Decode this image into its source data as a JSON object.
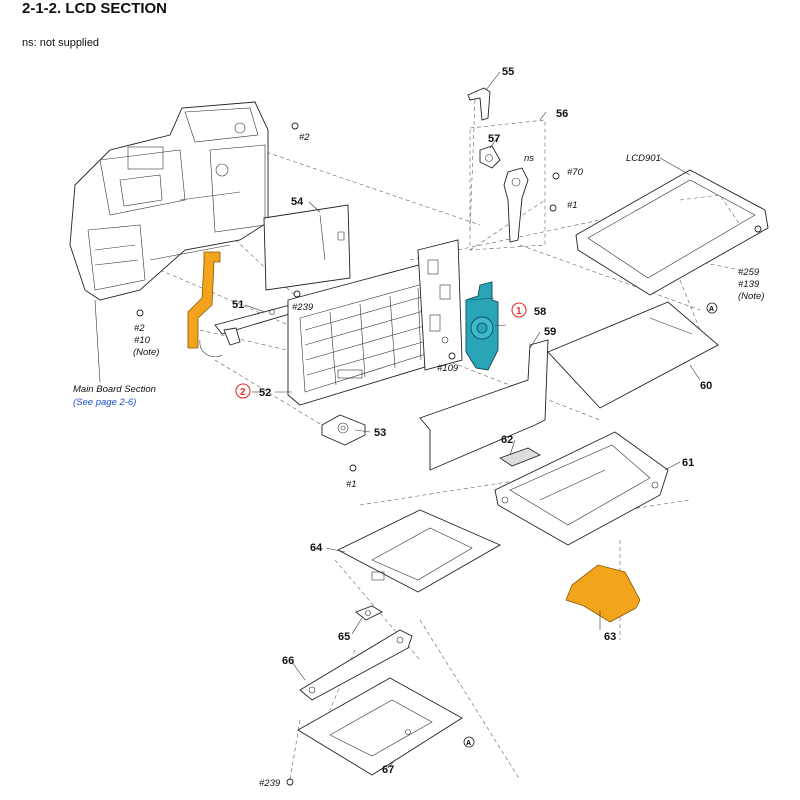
{
  "header": {
    "title": "2-1-2. LCD SECTION",
    "subtitle": "ns: not supplied"
  },
  "colors": {
    "highlight_blue": "#2aa5b8",
    "highlight_orange": "#f2a41c",
    "marker_red": "#e53232",
    "link_blue": "#1a4fd0"
  },
  "parts": {
    "p51": "51",
    "p52": "52",
    "p53": "53",
    "p54": "54",
    "p55": "55",
    "p56": "56",
    "p57": "57",
    "p58": "58",
    "p59": "59",
    "p60": "60",
    "p61": "61",
    "p62": "62",
    "p63": "63",
    "p64": "64",
    "p65": "65",
    "p66": "66",
    "p67": "67",
    "lcd": "LCD901",
    "ns": "ns"
  },
  "screws": {
    "s2_top": "#2",
    "s70": "#70",
    "s1_right": "#1",
    "s2_left": "#2",
    "s10": "#10",
    "note_left": "(Note)",
    "s239_mid": "#239",
    "s109": "#109",
    "s1_bottom": "#1",
    "s259": "#259",
    "s139": "#139",
    "note_right": "(Note)",
    "s239_bottom": "#239"
  },
  "markers": {
    "m1": "1",
    "m2": "2",
    "ref_a_top": "A",
    "ref_a_bottom": "A"
  },
  "main_board": {
    "label": "Main Board Section",
    "link": "(See page 2-6)"
  }
}
